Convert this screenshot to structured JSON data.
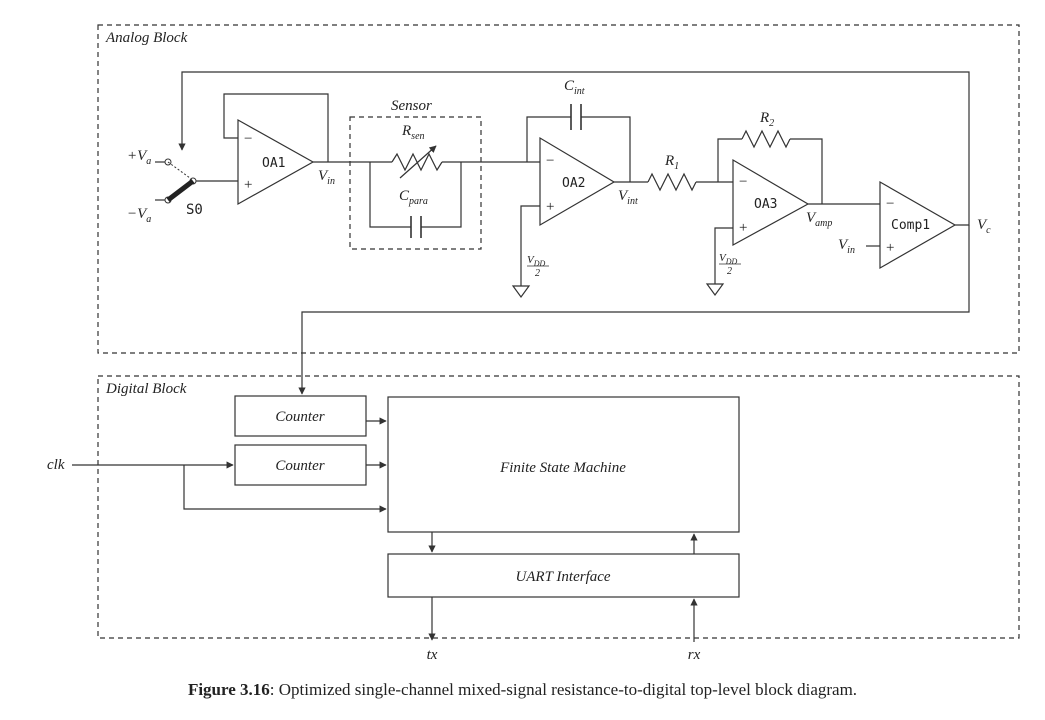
{
  "analog_block": {
    "title": "Analog Block",
    "sensor_title": "Sensor",
    "opamps": {
      "oa1": "OA1",
      "oa2": "OA2",
      "oa3": "OA3",
      "comp": "Comp1"
    },
    "switch": {
      "label": "S0",
      "pos": "+V",
      "neg": "−V",
      "sub": "a"
    },
    "signals": {
      "vin": "V",
      "vin_sub": "in",
      "vint": "V",
      "vint_sub": "int",
      "vamp": "V",
      "vamp_sub": "amp",
      "vc": "V",
      "vc_sub": "c",
      "vin2": "V",
      "vin2_sub": "in"
    },
    "components": {
      "rsen": "R",
      "rsen_sub": "sen",
      "cpara": "C",
      "cpara_sub": "para",
      "cint": "C",
      "cint_sub": "int",
      "r1": "R",
      "r1_sub": "1",
      "r2": "R",
      "r2_sub": "2",
      "vdd_a": "V",
      "vdd_a_sub": "DD",
      "vdd_a_den": "2",
      "vdd_b": "V",
      "vdd_b_sub": "DD",
      "vdd_b_den": "2"
    },
    "pin_minus": "−",
    "pin_plus": "+"
  },
  "digital_block": {
    "title": "Digital Block",
    "counter1": "Counter",
    "counter2": "Counter",
    "fsm": "Finite State Machine",
    "uart": "UART Interface",
    "clk": "clk",
    "tx": "tx",
    "rx": "rx"
  },
  "caption": {
    "label": "Figure 3.16",
    "text": ": Optimized single-channel mixed-signal resistance-to-digital top-level block diagram."
  }
}
